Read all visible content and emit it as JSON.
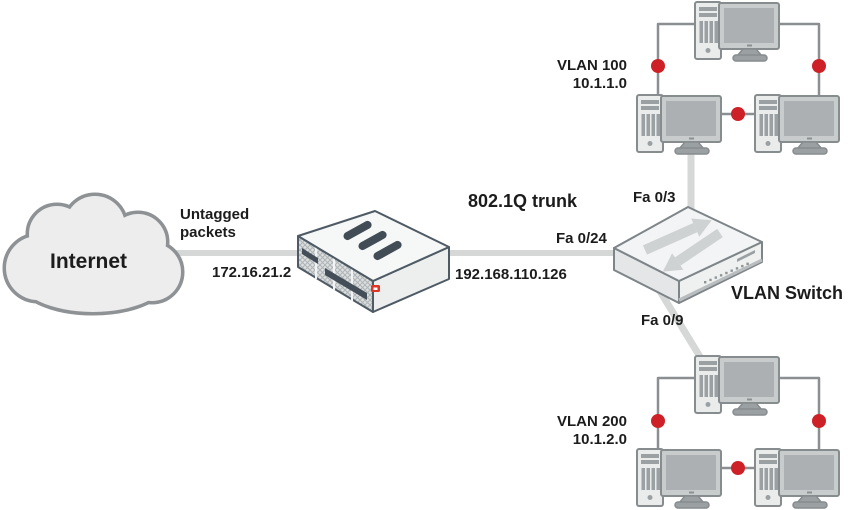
{
  "colors": {
    "accent_red": "#cd2127",
    "device_outline": "#4e5a64",
    "switch_outline": "#7e8588",
    "thick_line": "#d6d8d8",
    "thin_line": "#8b8f91",
    "cloud_stroke": "#8f9295",
    "cloud_fill": "#ededee",
    "text": "#1c1c1c"
  },
  "internet": {
    "label": "Internet"
  },
  "wan_link": {
    "caption_line1": "Untagged",
    "caption_line2": "packets",
    "router_ip": "172.16.21.2"
  },
  "trunk": {
    "caption": "802.1Q trunk",
    "router_ip": "192.168.110.126",
    "switch_port": "Fa 0/24"
  },
  "switch": {
    "label": "VLAN Switch",
    "vlan100_port": "Fa 0/3",
    "vlan200_port": "Fa 0/9"
  },
  "vlan100": {
    "name": "VLAN 100",
    "subnet": "10.1.1.0"
  },
  "vlan200": {
    "name": "VLAN 200",
    "subnet": "10.1.2.0"
  }
}
